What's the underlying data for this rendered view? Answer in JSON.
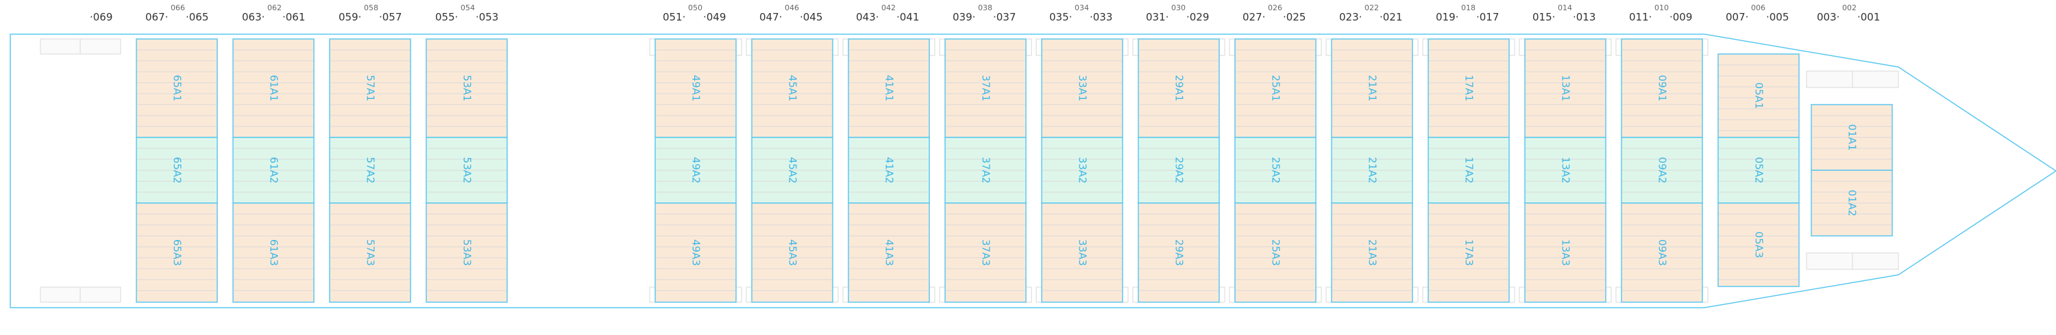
{
  "colors": {
    "outline": "#5cc8f0",
    "block_fill": "#fbe9d8",
    "block_fill_green": "#def6ea",
    "grid_line": "#d9d9d9",
    "label": "#3fb7e6",
    "hatch_fill": "#fafafa"
  },
  "bay_header": {
    "main_labels": [
      {
        "id": "b069",
        "text": "·069"
      },
      {
        "id": "b067",
        "text": "067·"
      },
      {
        "id": "b065",
        "text": "·065"
      },
      {
        "id": "b063",
        "text": "063·"
      },
      {
        "id": "b061",
        "text": "·061"
      },
      {
        "id": "b059",
        "text": "059·"
      },
      {
        "id": "b057",
        "text": "·057"
      },
      {
        "id": "b055",
        "text": "055·"
      },
      {
        "id": "b053",
        "text": "·053"
      },
      {
        "id": "b051",
        "text": "051·"
      },
      {
        "id": "b049",
        "text": "·049"
      },
      {
        "id": "b047",
        "text": "047·"
      },
      {
        "id": "b045",
        "text": "·045"
      },
      {
        "id": "b043",
        "text": "043·"
      },
      {
        "id": "b041",
        "text": "·041"
      },
      {
        "id": "b039",
        "text": "039·"
      },
      {
        "id": "b037",
        "text": "·037"
      },
      {
        "id": "b035",
        "text": "035·"
      },
      {
        "id": "b033",
        "text": "·033"
      },
      {
        "id": "b031",
        "text": "031·"
      },
      {
        "id": "b029",
        "text": "·029"
      },
      {
        "id": "b027",
        "text": "027·"
      },
      {
        "id": "b025",
        "text": "·025"
      },
      {
        "id": "b023",
        "text": "023·"
      },
      {
        "id": "b021",
        "text": "·021"
      },
      {
        "id": "b019",
        "text": "019·"
      },
      {
        "id": "b017",
        "text": "·017"
      },
      {
        "id": "b015",
        "text": "015·"
      },
      {
        "id": "b013",
        "text": "·013"
      },
      {
        "id": "b011",
        "text": "011·"
      },
      {
        "id": "b009",
        "text": "·009"
      },
      {
        "id": "b007",
        "text": "007·"
      },
      {
        "id": "b005",
        "text": "·005"
      },
      {
        "id": "b003",
        "text": "003·"
      },
      {
        "id": "b001",
        "text": "·001"
      }
    ],
    "sub_labels": [
      {
        "id": "s066",
        "text": "066"
      },
      {
        "id": "s062",
        "text": "062"
      },
      {
        "id": "s058",
        "text": "058"
      },
      {
        "id": "s054",
        "text": "054"
      },
      {
        "id": "s050",
        "text": "050"
      },
      {
        "id": "s046",
        "text": "046"
      },
      {
        "id": "s042",
        "text": "042"
      },
      {
        "id": "s038",
        "text": "038"
      },
      {
        "id": "s034",
        "text": "034"
      },
      {
        "id": "s030",
        "text": "030"
      },
      {
        "id": "s026",
        "text": "026"
      },
      {
        "id": "s022",
        "text": "022"
      },
      {
        "id": "s018",
        "text": "018"
      },
      {
        "id": "s014",
        "text": "014"
      },
      {
        "id": "s010",
        "text": "010"
      },
      {
        "id": "s006",
        "text": "006"
      },
      {
        "id": "s002",
        "text": "002"
      }
    ]
  },
  "slots": [
    {
      "id": "s65a1",
      "label": "65A1",
      "green": false
    },
    {
      "id": "s65a2",
      "label": "65A2",
      "green": true
    },
    {
      "id": "s65a3",
      "label": "65A3",
      "green": false
    },
    {
      "id": "s61a1",
      "label": "61A1",
      "green": false
    },
    {
      "id": "s61a2",
      "label": "61A2",
      "green": true
    },
    {
      "id": "s61a3",
      "label": "61A3",
      "green": false
    },
    {
      "id": "s57a1",
      "label": "57A1",
      "green": false
    },
    {
      "id": "s57a2",
      "label": "57A2",
      "green": true
    },
    {
      "id": "s57a3",
      "label": "57A3",
      "green": false
    },
    {
      "id": "s53a1",
      "label": "53A1",
      "green": false
    },
    {
      "id": "s53a2",
      "label": "53A2",
      "green": true
    },
    {
      "id": "s53a3",
      "label": "53A3",
      "green": false
    },
    {
      "id": "s49a1",
      "label": "49A1",
      "green": false
    },
    {
      "id": "s49a2",
      "label": "49A2",
      "green": true
    },
    {
      "id": "s49a3",
      "label": "49A3",
      "green": false
    },
    {
      "id": "s45a1",
      "label": "45A1",
      "green": false
    },
    {
      "id": "s45a2",
      "label": "45A2",
      "green": true
    },
    {
      "id": "s45a3",
      "label": "45A3",
      "green": false
    },
    {
      "id": "s41a1",
      "label": "41A1",
      "green": false
    },
    {
      "id": "s41a2",
      "label": "41A2",
      "green": true
    },
    {
      "id": "s41a3",
      "label": "41A3",
      "green": false
    },
    {
      "id": "s37a1",
      "label": "37A1",
      "green": false
    },
    {
      "id": "s37a2",
      "label": "37A2",
      "green": true
    },
    {
      "id": "s37a3",
      "label": "37A3",
      "green": false
    },
    {
      "id": "s33a1",
      "label": "33A1",
      "green": false
    },
    {
      "id": "s33a2",
      "label": "33A2",
      "green": true
    },
    {
      "id": "s33a3",
      "label": "33A3",
      "green": false
    },
    {
      "id": "s29a1",
      "label": "29A1",
      "green": false
    },
    {
      "id": "s29a2",
      "label": "29A2",
      "green": true
    },
    {
      "id": "s29a3",
      "label": "29A3",
      "green": false
    },
    {
      "id": "s25a1",
      "label": "25A1",
      "green": false
    },
    {
      "id": "s25a2",
      "label": "25A2",
      "green": true
    },
    {
      "id": "s25a3",
      "label": "25A3",
      "green": false
    },
    {
      "id": "s21a1",
      "label": "21A1",
      "green": false
    },
    {
      "id": "s21a2",
      "label": "21A2",
      "green": true
    },
    {
      "id": "s21a3",
      "label": "21A3",
      "green": false
    },
    {
      "id": "s17a1",
      "label": "17A1",
      "green": false
    },
    {
      "id": "s17a2",
      "label": "17A2",
      "green": true
    },
    {
      "id": "s17a3",
      "label": "17A3",
      "green": false
    },
    {
      "id": "s13a1",
      "label": "13A1",
      "green": false
    },
    {
      "id": "s13a2",
      "label": "13A2",
      "green": true
    },
    {
      "id": "s13a3",
      "label": "13A3",
      "green": false
    },
    {
      "id": "s09a1",
      "label": "09A1",
      "green": false
    },
    {
      "id": "s09a2",
      "label": "09A2",
      "green": true
    },
    {
      "id": "s09a3",
      "label": "09A3",
      "green": false
    },
    {
      "id": "s05a1",
      "label": "05A1",
      "green": false
    },
    {
      "id": "s05a2",
      "label": "05A2",
      "green": true
    },
    {
      "id": "s05a3",
      "label": "05A3",
      "green": false
    },
    {
      "id": "s01a1",
      "label": "01A1",
      "green": false
    },
    {
      "id": "s01a2",
      "label": "01A2",
      "green": false
    }
  ]
}
